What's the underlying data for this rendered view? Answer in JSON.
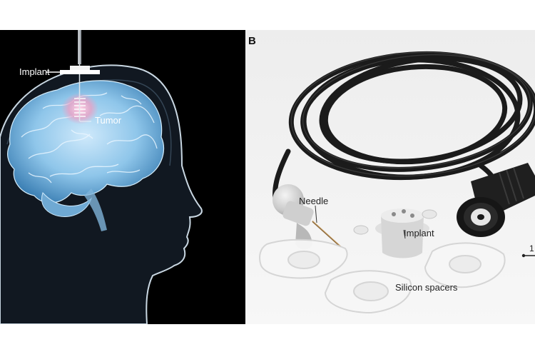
{
  "panel_a": {
    "labels": {
      "implant": "Implant",
      "tumor": "Tumor"
    },
    "colors": {
      "background": "#000000",
      "brain": "#8fc6ea",
      "head_outline": "#c9d7e2"
    }
  },
  "panel_b": {
    "letter": "B",
    "labels": {
      "needle": "Needle",
      "implant": "Implant",
      "spacers": "Silicon spacers",
      "scale": "1"
    },
    "colors": {
      "background": "#f2f2f2",
      "cable": "#1b1b1b",
      "parts": "#d9d9d9"
    }
  }
}
